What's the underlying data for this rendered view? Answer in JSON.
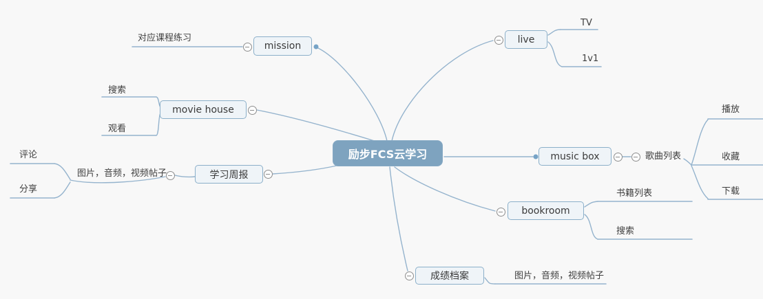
{
  "map": {
    "root": {
      "label": "励步FCS云学习"
    },
    "branches": [
      {
        "label": "mission",
        "side": "left",
        "children": [
          {
            "label": "对应课程练习"
          }
        ]
      },
      {
        "label": "movie house",
        "side": "left",
        "children": [
          {
            "label": "搜索"
          },
          {
            "label": "观看"
          }
        ]
      },
      {
        "label": "学习周报",
        "side": "left",
        "children": [
          {
            "label": "图片，音频，视频帖子",
            "children": [
              {
                "label": "评论"
              },
              {
                "label": "分享"
              }
            ]
          }
        ]
      },
      {
        "label": "live",
        "side": "right",
        "children": [
          {
            "label": "TV"
          },
          {
            "label": "1v1"
          }
        ]
      },
      {
        "label": "music box",
        "side": "right",
        "children": [
          {
            "label": "歌曲列表",
            "children": [
              {
                "label": "播放"
              },
              {
                "label": "收藏"
              },
              {
                "label": "下载"
              }
            ]
          }
        ]
      },
      {
        "label": "bookroom",
        "side": "right",
        "children": [
          {
            "label": "书籍列表"
          },
          {
            "label": "搜索"
          }
        ]
      },
      {
        "label": "成绩档案",
        "side": "right",
        "children": [
          {
            "label": "图片，音频，视频帖子"
          }
        ]
      }
    ]
  },
  "colors": {
    "background": "#f8f8f8",
    "edge_line": "#94b3cd",
    "node_fill": "#eff4f8",
    "node_border": "#8bafc9",
    "root_fill": "#7ea3bf",
    "root_text": "#ffffff",
    "text": "#3f3f3f",
    "expander_stroke": "#8e8e8e",
    "connection_dot": "#76a3c6"
  }
}
